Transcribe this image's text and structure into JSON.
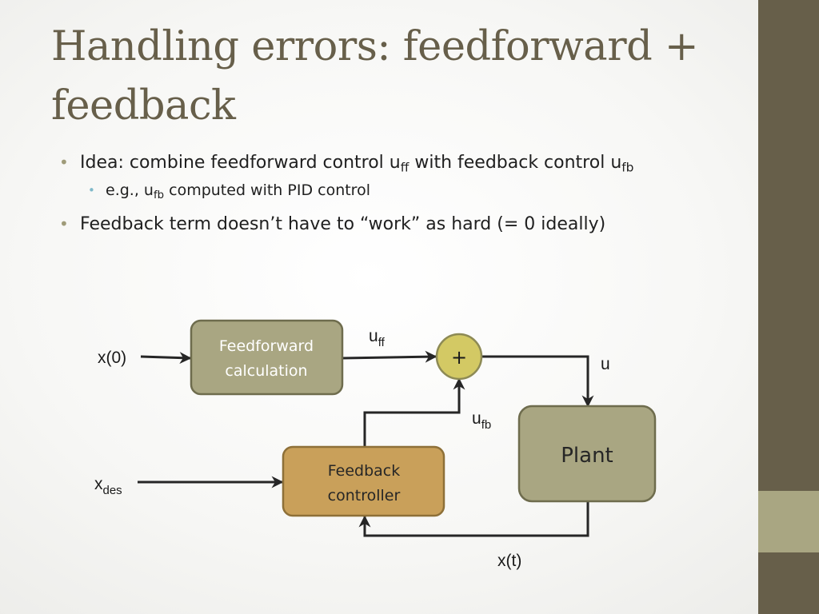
{
  "slide": {
    "title_line1": "Handling errors: feedforward +",
    "title_line2": "feedback",
    "bullets": [
      {
        "parts": [
          "Idea: combine feedforward control u",
          "ff",
          " with feedback control u",
          "fb"
        ]
      },
      {
        "parts": [
          "e.g., u",
          "fb",
          " computed with PID control"
        ]
      },
      {
        "text": "Feedback term doesn’t have to “work” as hard (= 0 ideally)"
      }
    ]
  },
  "diagram": {
    "feedforward_block": {
      "line1": "Feedforward",
      "line2": "calculation"
    },
    "feedback_block": {
      "line1": "Feedback",
      "line2": "controller"
    },
    "plant_block": {
      "label": "Plant"
    },
    "summing_junction": {
      "symbol": "+"
    },
    "inputs": {
      "x0": "x(0)",
      "xdes_main": "x",
      "xdes_sub": "des"
    },
    "signals": {
      "uff_main": "u",
      "uff_sub": "ff",
      "ufb_main": "u",
      "ufb_sub": "fb",
      "u": "u",
      "xt": "x(t)"
    },
    "colors": {
      "feedforward_fill": "#a9a682",
      "feedback_fill": "#c9a05a",
      "plant_fill": "#a9a682",
      "summing_fill": "#d3c964",
      "sidebar": "#675f4a",
      "sidebar_accent": "#a9a682"
    }
  }
}
